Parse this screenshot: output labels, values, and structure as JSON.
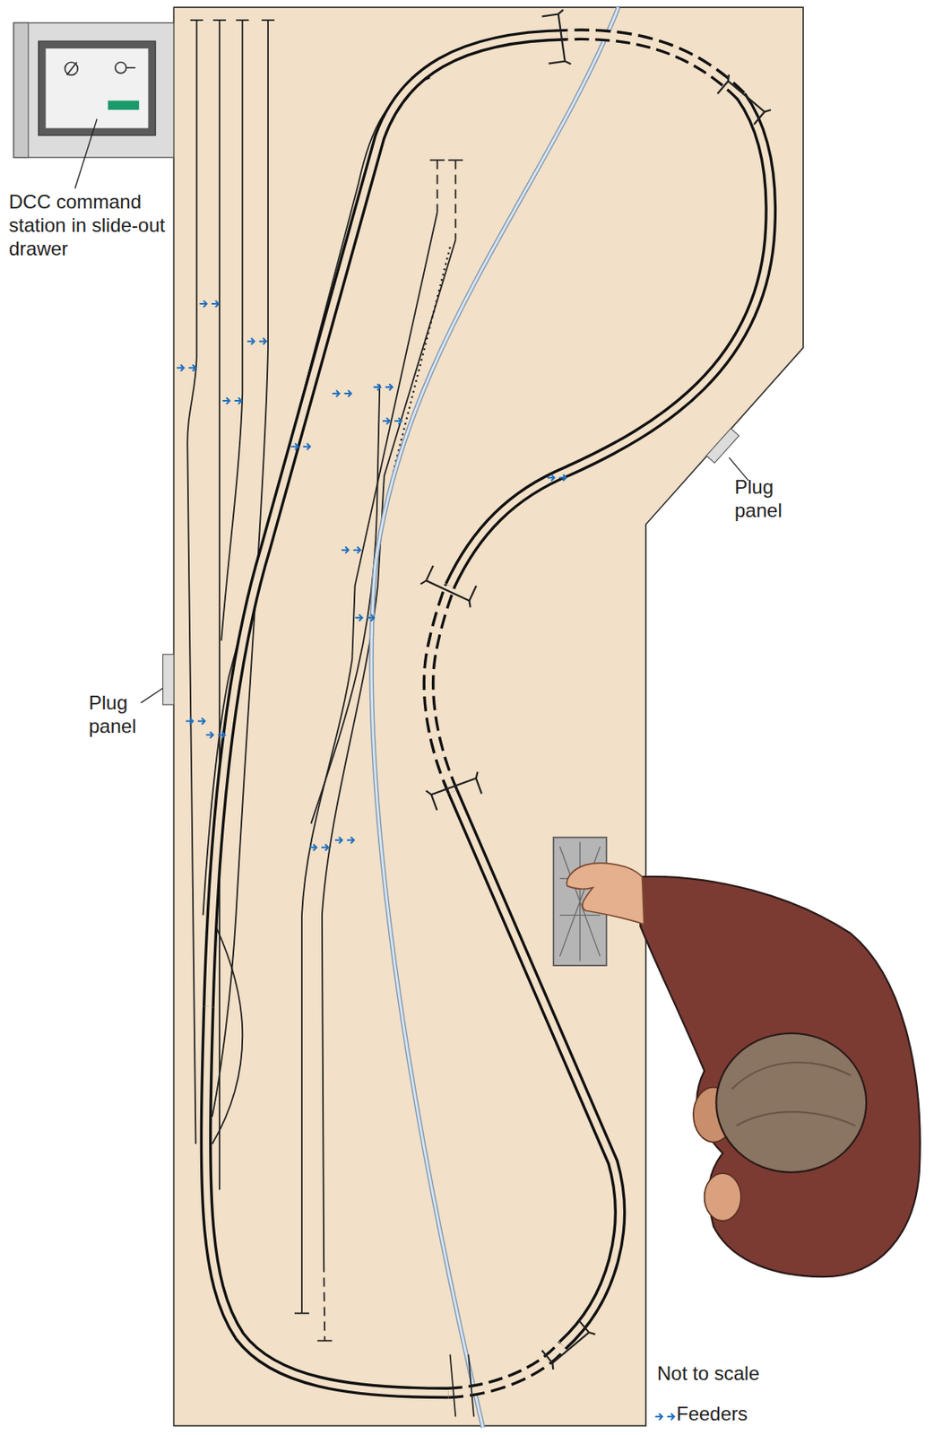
{
  "diagram": {
    "labels": [
      "DCC command station in slide-out drawer",
      "Plug panel",
      "Plug panel",
      "Not to scale"
    ],
    "legend": [
      {
        "text": "Feeders"
      }
    ]
  }
}
